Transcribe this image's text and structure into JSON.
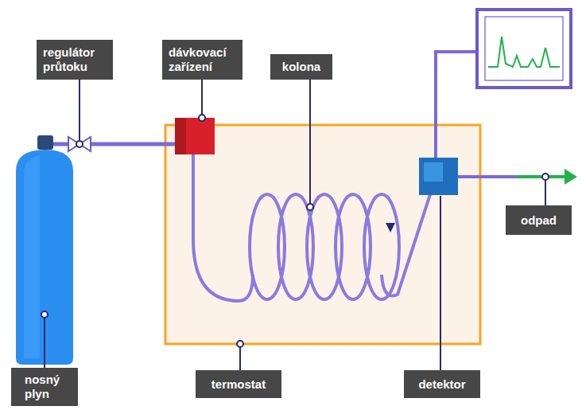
{
  "diagram": {
    "nodes": [
      {
        "text": [
          "regulátor průtoku"
        ]
      },
      {
        "text": [
          "dávkovací zařízení"
        ]
      },
      {
        "text": [
          "kolona"
        ]
      },
      {
        "text": [
          "odpad"
        ]
      },
      {
        "text": [
          "nosný plyn"
        ]
      },
      {
        "text": [
          "termostat"
        ]
      },
      {
        "text": [
          "detektor"
        ]
      }
    ]
  }
}
